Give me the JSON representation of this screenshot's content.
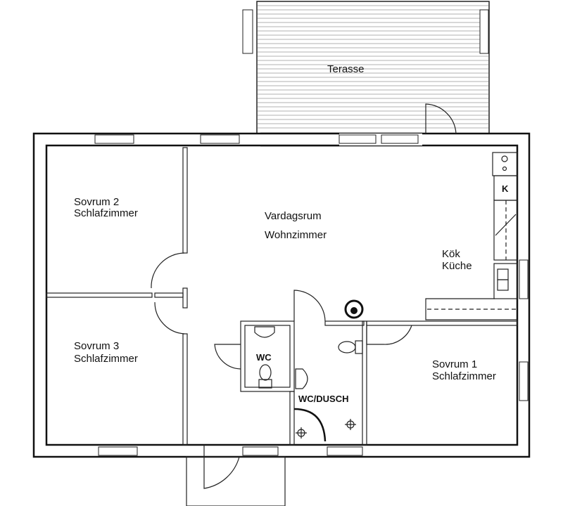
{
  "rooms": {
    "terrace": "Terasse",
    "living_sv": "Vardagsrum",
    "living_de": "Wohnzimmer",
    "kitchen_sv": "Kök",
    "kitchen_de": "Küche",
    "kitchen_cabinet": "K",
    "bedroom2_sv": "Sovrum 2",
    "bedroom2_de": "Schlafzimmer",
    "bedroom3_sv": "Sovrum 3",
    "bedroom3_de": "Schlafzimmer",
    "bedroom1_sv": "Sovrum 1",
    "bedroom1_de": "Schlafzimmer",
    "wc": "WC",
    "wc_shower": "WC/DUSCH"
  }
}
